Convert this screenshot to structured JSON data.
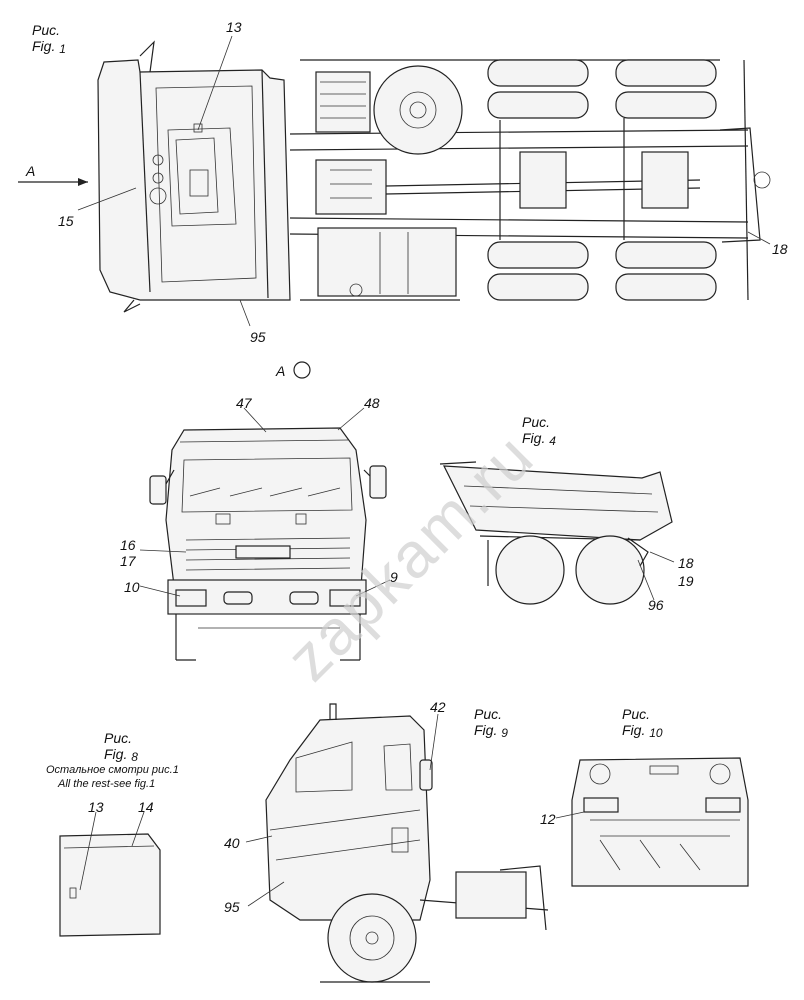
{
  "watermark": "zapkam.ru",
  "figures": {
    "fig1": {
      "ru": "Рис.",
      "en": "Fig.",
      "num": "1"
    },
    "fig4": {
      "ru": "Рис.",
      "en": "Fig.",
      "num": "4"
    },
    "fig8": {
      "ru": "Рис.",
      "en": "Fig.",
      "num": "8",
      "note_ru": "Остальное смотри рис.1",
      "note_en": "All the rest-see fig.1"
    },
    "fig9": {
      "ru": "Рис.",
      "en": "Fig.",
      "num": "9"
    },
    "fig10": {
      "ru": "Рис.",
      "en": "Fig.",
      "num": "10"
    }
  },
  "view_labels": {
    "arrow_a": "А",
    "view_a": "А"
  },
  "callouts": {
    "fig1": [
      "13",
      "15",
      "95",
      "18"
    ],
    "front": [
      "47",
      "48",
      "16",
      "17",
      "10",
      "9"
    ],
    "fig4": [
      "18",
      "19",
      "96"
    ],
    "fig8": [
      "13",
      "14"
    ],
    "fig9": [
      "42",
      "40",
      "95"
    ],
    "fig10": [
      "12"
    ]
  }
}
